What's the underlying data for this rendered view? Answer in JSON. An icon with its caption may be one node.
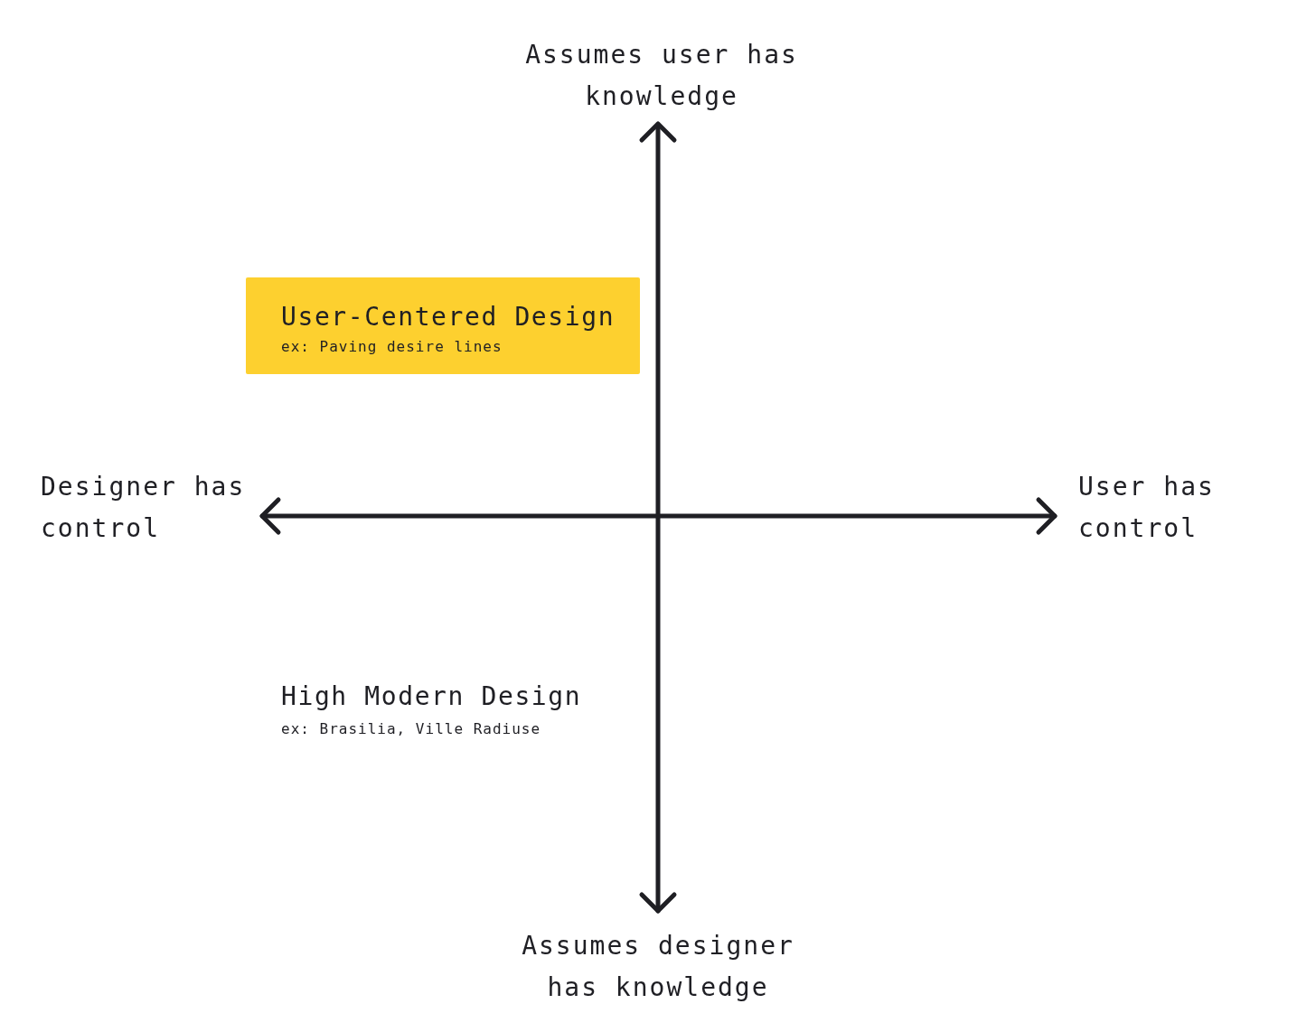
{
  "diagram": {
    "nodes": [
      {
        "text": [
          "User-Centered Design",
          "ex: Paving desire lines"
        ]
      }
    ],
    "labels": [
      "Assumes user has knowledge",
      "Designer has control",
      "User has control",
      "High Modern Design",
      "ex: Brasilia, Ville Radiuse",
      "Assumes designer has knowledge"
    ]
  }
}
